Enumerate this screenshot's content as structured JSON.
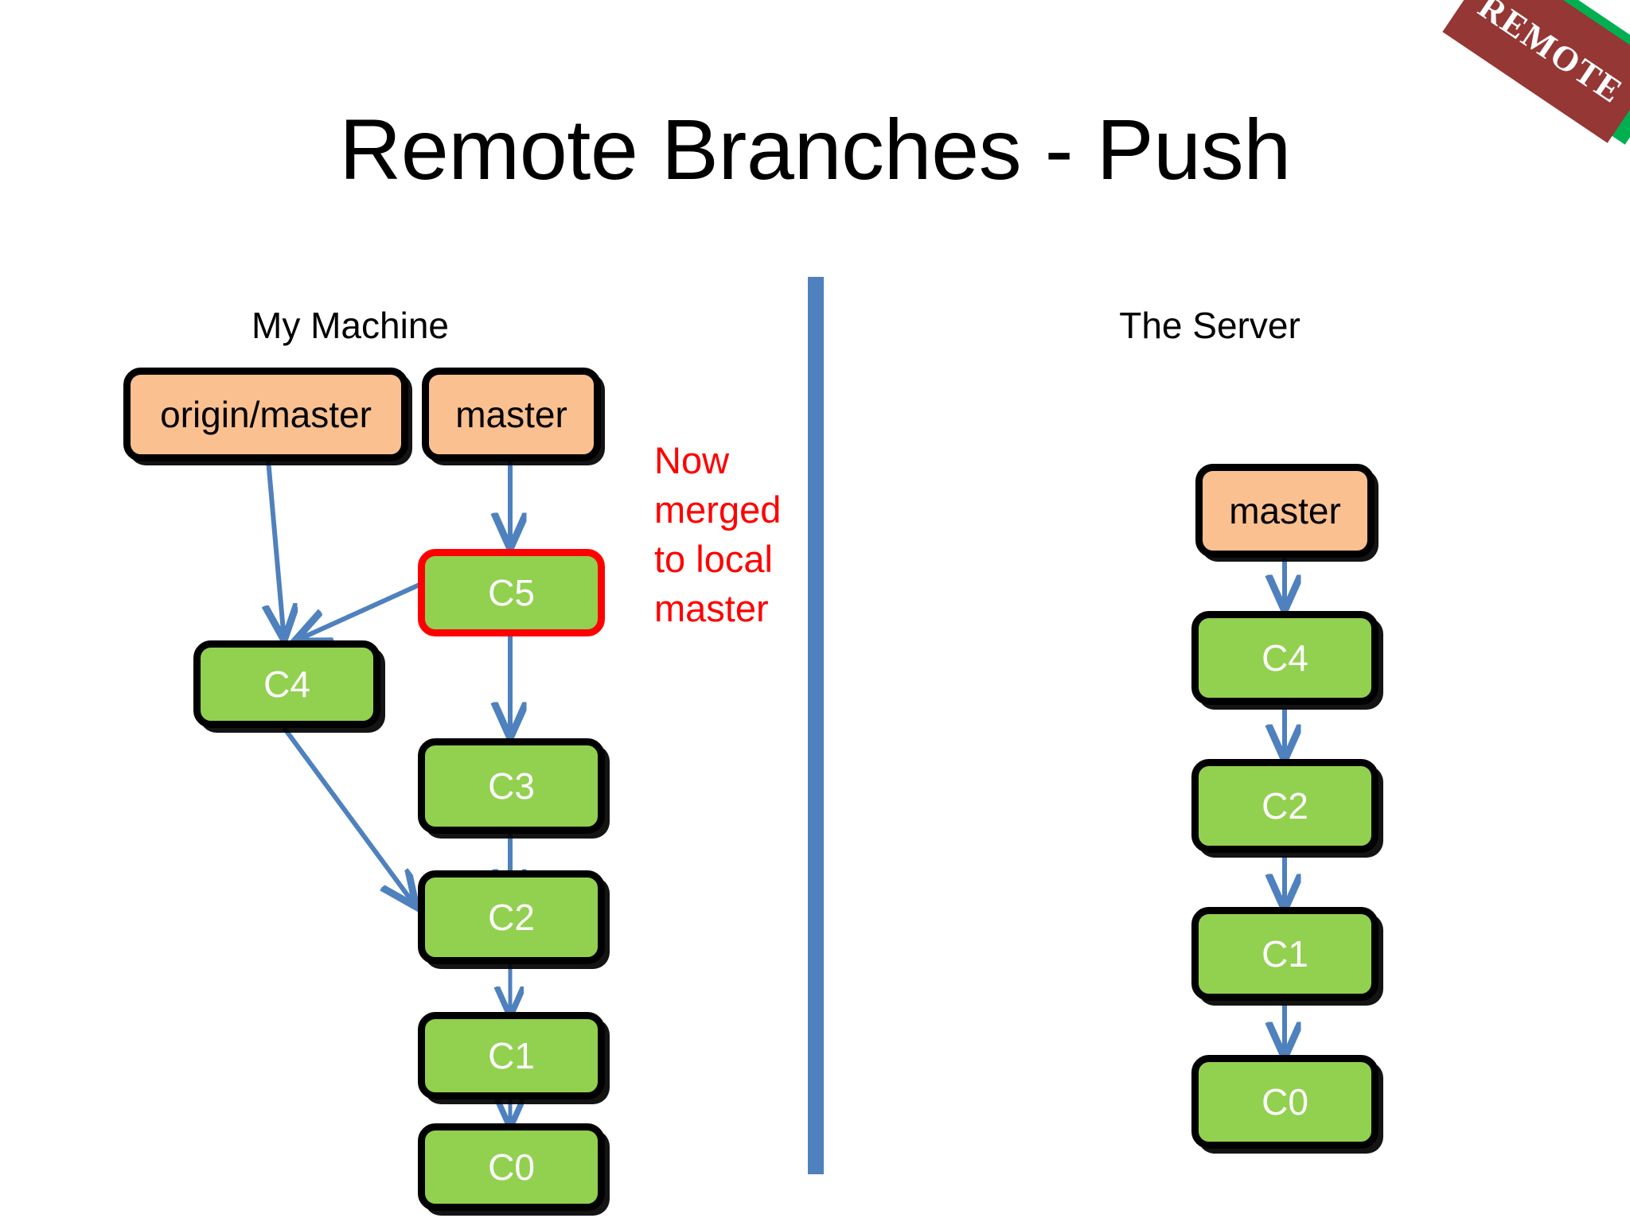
{
  "title": "Remote Branches - Push",
  "stamp": {
    "label": "REMOTE",
    "red": "#953735",
    "green": "#00B050"
  },
  "colors": {
    "commit_fill": "#92D050",
    "branch_fill": "#FAC090",
    "highlight_border": "#FF0000",
    "arrow": "#4E81BD",
    "divider": "#4E81BD",
    "note_text": "#FF0000"
  },
  "columns": {
    "local": {
      "heading": "My Machine",
      "branches": [
        {
          "label": "origin/master"
        },
        {
          "label": "master"
        }
      ],
      "commits": [
        {
          "label": "C5",
          "highlight": true
        },
        {
          "label": "C4",
          "highlight": false
        },
        {
          "label": "C3",
          "highlight": false
        },
        {
          "label": "C2",
          "highlight": false
        },
        {
          "label": "C1",
          "highlight": false
        },
        {
          "label": "C0",
          "highlight": false
        }
      ]
    },
    "server": {
      "heading": "The Server",
      "branches": [
        {
          "label": "master"
        }
      ],
      "commits": [
        {
          "label": "C4",
          "highlight": false
        },
        {
          "label": "C2",
          "highlight": false
        },
        {
          "label": "C1",
          "highlight": false
        },
        {
          "label": "C0",
          "highlight": false
        }
      ]
    }
  },
  "annotation": "Now merged to local master"
}
